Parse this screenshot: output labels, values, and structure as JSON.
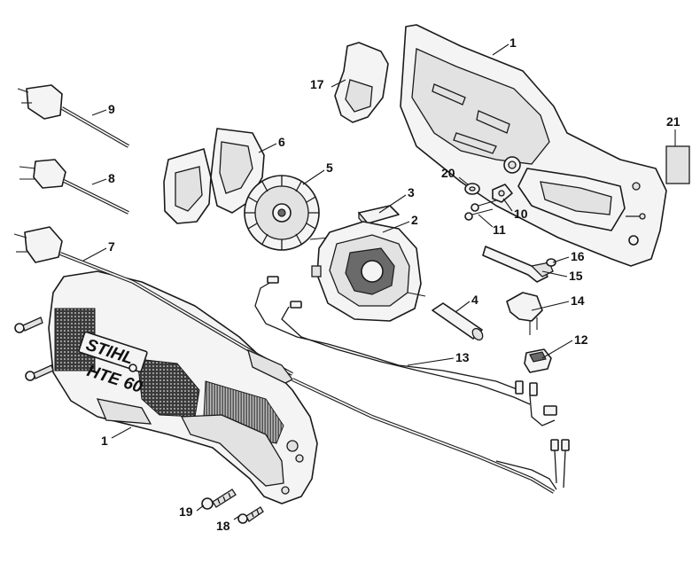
{
  "brand": {
    "logo_text": "STIHL",
    "model_text": "HTE 60"
  },
  "callouts": [
    {
      "id": "c1-top",
      "label": "1"
    },
    {
      "id": "c1-bottom",
      "label": "1"
    },
    {
      "id": "c2",
      "label": "2"
    },
    {
      "id": "c3",
      "label": "3"
    },
    {
      "id": "c4",
      "label": "4"
    },
    {
      "id": "c5",
      "label": "5"
    },
    {
      "id": "c6",
      "label": "6"
    },
    {
      "id": "c7",
      "label": "7"
    },
    {
      "id": "c8",
      "label": "8"
    },
    {
      "id": "c9",
      "label": "9"
    },
    {
      "id": "c10",
      "label": "10"
    },
    {
      "id": "c11",
      "label": "11"
    },
    {
      "id": "c12",
      "label": "12"
    },
    {
      "id": "c13",
      "label": "13"
    },
    {
      "id": "c14",
      "label": "14"
    },
    {
      "id": "c15",
      "label": "15"
    },
    {
      "id": "c16",
      "label": "16"
    },
    {
      "id": "c17",
      "label": "17"
    },
    {
      "id": "c18",
      "label": "18"
    },
    {
      "id": "c19",
      "label": "19"
    },
    {
      "id": "c20",
      "label": "20"
    },
    {
      "id": "c21",
      "label": "21"
    }
  ]
}
